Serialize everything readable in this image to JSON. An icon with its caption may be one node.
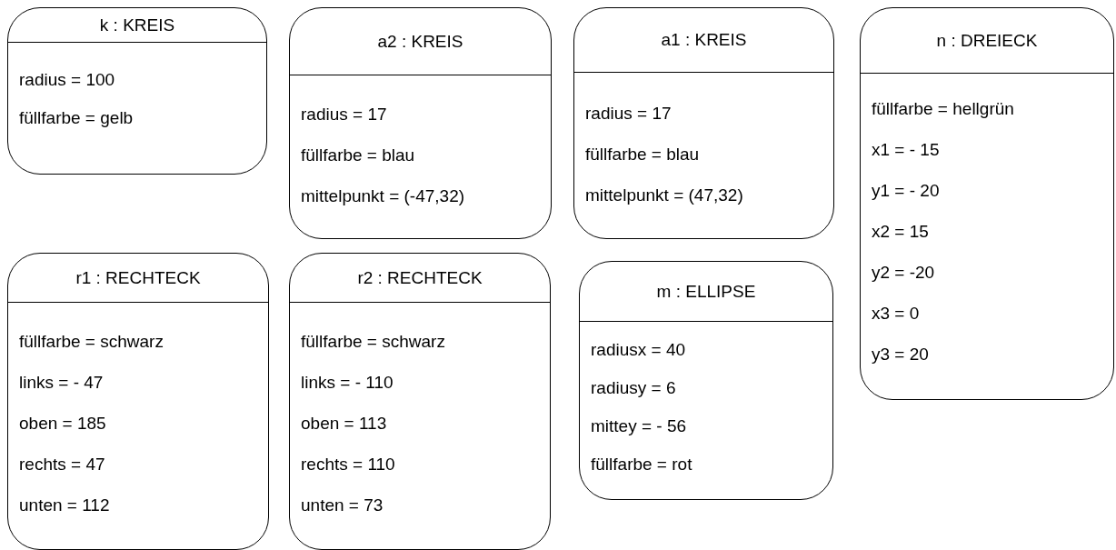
{
  "diagram": {
    "nodes": [
      {
        "text": [
          "k : KREIS",
          "radius = 100",
          "füllfarbe = gelb"
        ]
      },
      {
        "text": [
          "a2 : KREIS",
          "radius = 17",
          "füllfarbe = blau",
          "mittelpunkt = (-47,32)"
        ]
      },
      {
        "text": [
          "a1 : KREIS",
          "radius = 17",
          "füllfarbe = blau",
          "mittelpunkt = (47,32)"
        ]
      },
      {
        "text": [
          "n : DREIECK",
          "füllfarbe = hellgrün",
          "x1 = - 15",
          "y1 = - 20",
          "x2 = 15",
          "y2 = -20",
          "x3 = 0",
          "y3 = 20"
        ]
      },
      {
        "text": [
          "r1 : RECHTECK",
          "füllfarbe = schwarz",
          "links = - 47",
          "oben = 185",
          "rechts = 47",
          "unten = 112"
        ]
      },
      {
        "text": [
          "r2 : RECHTECK",
          "füllfarbe = schwarz",
          "links = - 110",
          "oben = 113",
          "rechts = 110",
          "unten = 73"
        ]
      },
      {
        "text": [
          "m : ELLIPSE",
          "radiusx = 40",
          "radiusy = 6",
          "mittey = - 56",
          "füllfarbe = rot"
        ]
      }
    ]
  }
}
